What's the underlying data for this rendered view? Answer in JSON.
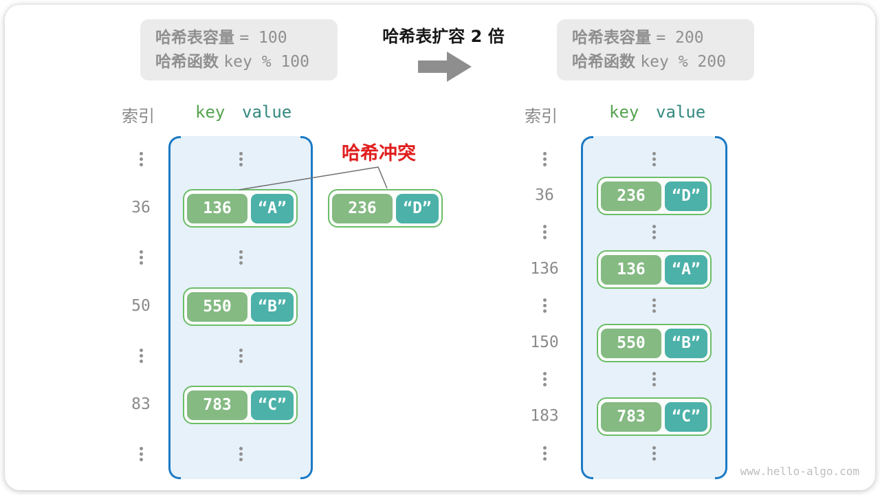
{
  "title": "哈希表扩容 2 倍",
  "watermark": "www.hello-algo.com",
  "collision": {
    "label": "哈希冲突"
  },
  "info_boxes": {
    "old": {
      "capacity_label": "哈希表容量",
      "capacity_value": "= 100",
      "hash_label": "哈希函数",
      "hash_value": "key % 100"
    },
    "new": {
      "capacity_label": "哈希表容量",
      "capacity_value": "= 200",
      "hash_label": "哈希函数",
      "hash_value": "key % 200"
    }
  },
  "headers": {
    "index": "索引",
    "key": "key",
    "value": "value"
  },
  "tables": {
    "old": {
      "rows": [
        {
          "type": "ellipsis"
        },
        {
          "type": "entry",
          "index": "36",
          "key": "136",
          "value": "“A”"
        },
        {
          "type": "ellipsis"
        },
        {
          "type": "entry",
          "index": "50",
          "key": "550",
          "value": "“B”"
        },
        {
          "type": "ellipsis"
        },
        {
          "type": "entry",
          "index": "83",
          "key": "783",
          "value": "“C”"
        },
        {
          "type": "ellipsis"
        }
      ]
    },
    "new": {
      "rows": [
        {
          "type": "ellipsis"
        },
        {
          "type": "entry",
          "index": "36",
          "key": "236",
          "value": "“D”"
        },
        {
          "type": "ellipsis"
        },
        {
          "type": "entry",
          "index": "136",
          "key": "136",
          "value": "“A”"
        },
        {
          "type": "ellipsis"
        },
        {
          "type": "entry",
          "index": "150",
          "key": "550",
          "value": "“B”"
        },
        {
          "type": "ellipsis"
        },
        {
          "type": "entry",
          "index": "183",
          "key": "783",
          "value": "“C”"
        },
        {
          "type": "ellipsis"
        }
      ]
    }
  },
  "floating_pair": {
    "key": "236",
    "value": "“D”"
  },
  "colors": {
    "key_green": "#85ba83",
    "value_teal": "#4bb1a9",
    "pair_border_green": "#6cbd68",
    "table_fill_blue": "#e6f1fa",
    "table_border_blue": "#1a79c4",
    "collision_red": "#e11d1d",
    "header_key_green": "#55a34e",
    "header_value_teal": "#33897f",
    "gray_text": "#8a8a8a",
    "info_box_bg": "#ebebeb",
    "arrow_gray": "#8e8e8e"
  }
}
